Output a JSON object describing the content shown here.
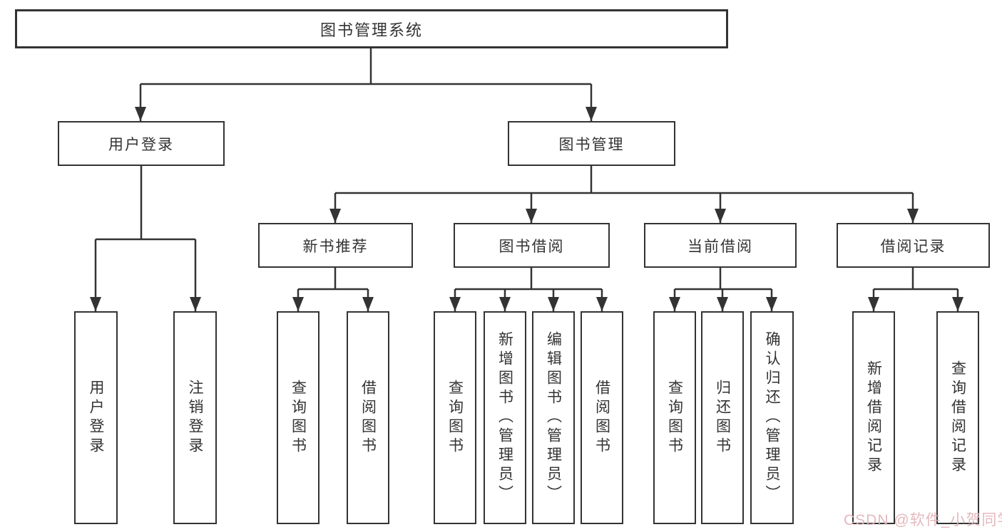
{
  "tree": {
    "root": {
      "label": "图书管理系统"
    },
    "children": [
      {
        "label": "用户登录",
        "children": [
          {
            "label": "用户登录"
          },
          {
            "label": "注销登录"
          }
        ]
      },
      {
        "label": "图书管理",
        "children": [
          {
            "label": "新书推荐",
            "children": [
              {
                "label": "查询图书"
              },
              {
                "label": "借阅图书"
              }
            ]
          },
          {
            "label": "图书借阅",
            "children": [
              {
                "label": "查询图书"
              },
              {
                "label": "新增图书（管理员）"
              },
              {
                "label": "编辑图书（管理员）"
              },
              {
                "label": "借阅图书"
              }
            ]
          },
          {
            "label": "当前借阅",
            "children": [
              {
                "label": "查询图书"
              },
              {
                "label": "归还图书"
              },
              {
                "label": "确认归还（管理员）"
              }
            ]
          },
          {
            "label": "借阅记录",
            "children": [
              {
                "label": "新增借阅记录"
              },
              {
                "label": "查询借阅记录"
              }
            ]
          }
        ]
      }
    ]
  },
  "watermark": {
    "text": "CSDN @软件_小贺同学",
    "color": "#e2b1b8"
  },
  "colors": {
    "line": "#333333",
    "text": "#333333",
    "background": "#ffffff"
  }
}
